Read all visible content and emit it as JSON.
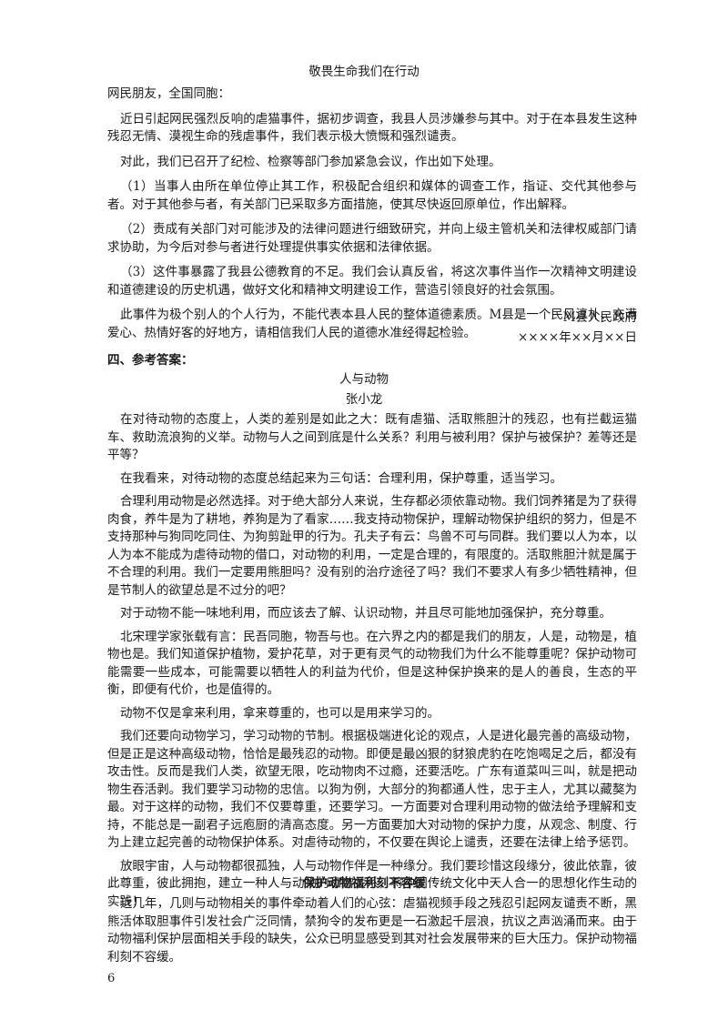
{
  "letter": {
    "title": "敬畏生命我们在行动",
    "salutation": "网民朋友，全国同胞：",
    "paragraphs": [
      "近日引起网民强烈反响的虐猫事件，据初步调查，我县人员涉嫌参与其中。对于在本县发生这种残忍无情、漠视生命的残虐事件，我们表示极大愤慨和强烈谴责。",
      "对此，我们已召开了纪检、检察等部门参加紧急会议，作出如下处理。",
      "（1）当事人由所在单位停止其工作，积极配合组织和媒体的调查工作，指证、交代其他参与者。对于其他参与者，有关部门已采取多方面措施，使其尽快返回原单位，作出解释。",
      "（2）责成有关部门对可能涉及的法律问题进行细致研究，并向上级主管机关和法律权威部门请求协助，为今后对参与者进行处理提供事实依据和法律依据。",
      "（3）这件事暴露了我县公德教育的不足。我们会认真反省，将这次事件当作一次精神文明建设和道德建设的历史机遇，做好文化和精神文明建设工作，营造引领良好的社会氛围。",
      "此事件为极个别人的个人行为，不能代表本县人民的整体道德素质。M县是一个民风淳朴、充满爱心、热情好客的好地方，请相信我们人民的道德水准经得起检验。"
    ],
    "signature": "M县人民政府",
    "date": "××××年××月××日"
  },
  "section_heading": "四、参考答案：",
  "essay1": {
    "title": "人与动物",
    "author": "张小龙",
    "paragraphs": [
      "在对待动物的态度上，人类的差别是如此之大：既有虐猫、活取熊胆汁的残忍，也有拦截运猫车、救助流浪狗的义举。动物与人之间到底是什么关系？利用与被利用？保护与被保护？差等还是平等？",
      "在我看来，对待动物的态度总结起来为三句话：合理利用，保护尊重，适当学习。",
      "合理利用动物是必然选择。对于绝大部分人来说，生存都必须依靠动物。我们饲养猪是为了获得肉食，养牛是为了耕地，养狗是为了看家……我支持动物保护，理解动物保护组织的努力，但是不支持那种与狗同吃同住、为狗剪趾甲的行为。孔夫子有云：鸟兽不可与同群。我们要以人为本，以人为本不能成为虐待动物的借口，对动物的利用，一定是合理的，有限度的。活取熊胆汁就是属于不合理的利用。我们一定要用熊胆吗？没有别的治疗途径了吗？我们不要求人有多少牺牲精神，但是节制人的欲望总是不过分的吧？",
      "对于动物不能一味地利用，而应该去了解、认识动物，并且尽可能地加强保护，充分尊重。",
      "北宋理学家张载有言：民吾同胞，物吾与也。在六界之内的都是我们的朋友，人是，动物是，植物也是。我们知道保护植物，爱护花草，对于更有灵气的动物我们为什么不能尊重呢？保护动物可能需要一些成本，可能需要以牺牲人的利益为代价，但是这种保护换来的是人的善良，生态的平衡，即便有代价，也是值得的。",
      "动物不仅是拿来利用，拿来尊重的，也可以是用来学习的。",
      "我们还要向动物学习，学习动物的节制。根据极端进化论的观点，人是进化最完善的高级动物，但是正是这种高级动物，恰恰是最残忍的动物。即便是最凶狠的豺狼虎豹在吃饱喝足之后，都没有攻击性。反而是我们人类，欲望无限，吃动物肉不过瘾，还要活吃。广东有道菜叫三叫，就是把动物生吞活剥。我们要学习动物的忠信。以狗为例，大部分的狗都通人性，忠于主人，尤其以藏獒为最。对于这样的动物，我们不仅要尊重，还要学习。一方面要对合理利用动物的做法给予理解和支持，不能总是一副君子远庖厨的清高态度。另一方面要加大对动物的保护力度，从观念、制度、行为上建立起完善的动物保护体系。对虐待动物的，不仅要在舆论上谴责，还要在法律上给予惩罚。",
      "放眼宇宙，人与动物都很孤独，人与动物作伴是一种缘分。我们要珍惜这段缘分，彼此依靠，彼此尊重，彼此拥抱，建立一种人与动物的和谐关系，将中国传统文化中天人合一的思想化作生动的实践！"
    ]
  },
  "essay2": {
    "title": "保护动物福利刻不容缓",
    "paragraphs": [
      "近几年，几则与动物相关的事件牵动着人们的心弦：虐猫视频手段之残忍引起网友谴责不断，黑熊活体取胆事件引发社会广泛同情，禁狗令的发布更是一石激起千层浪，抗议之声汹涌而来。由于动物福利保护层面相关手段的缺失，公众已明显感受到其对社会发展带来的巨大压力。保护动物福利刻不容缓。"
    ]
  },
  "page_number": "6"
}
